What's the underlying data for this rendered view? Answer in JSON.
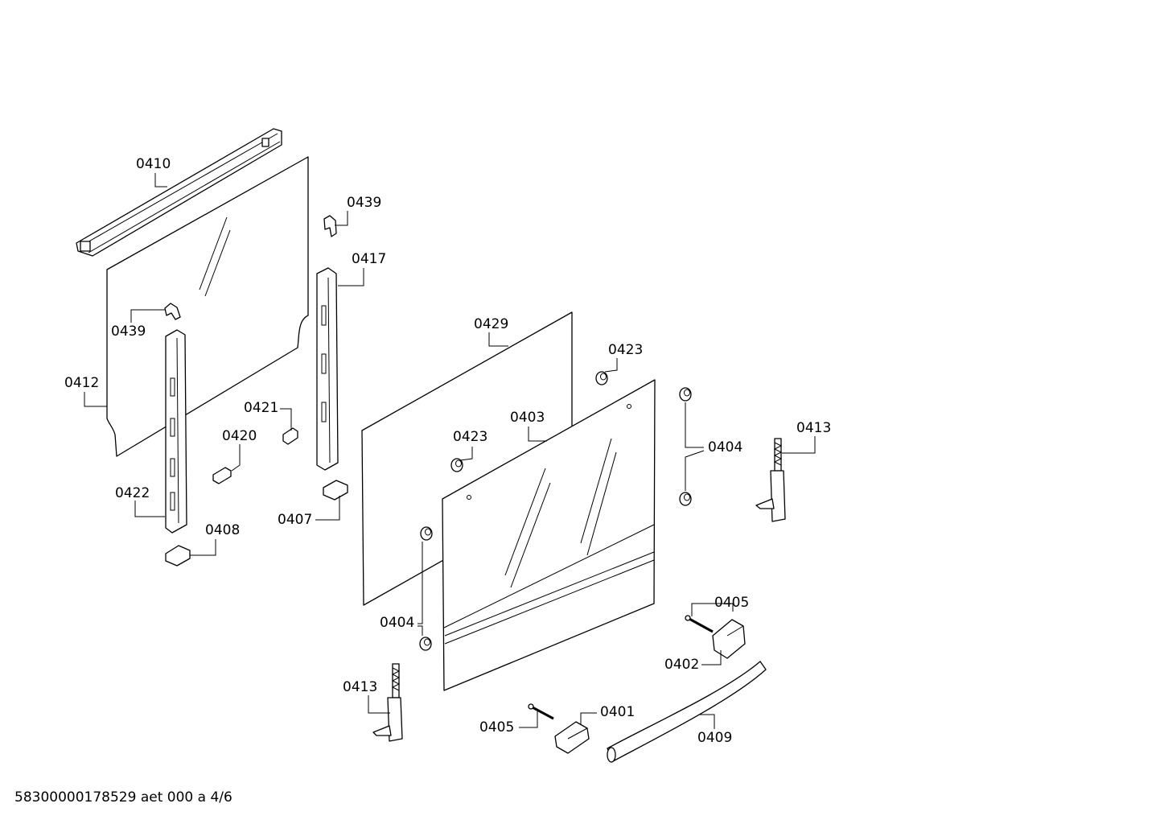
{
  "callouts": {
    "c0410": "0410",
    "c0439a": "0439",
    "c0417": "0417",
    "c0439b": "0439",
    "c0412": "0412",
    "c0421": "0421",
    "c0420": "0420",
    "c0422": "0422",
    "c0408": "0408",
    "c0407": "0407",
    "c0429": "0429",
    "c0423a": "0423",
    "c0423b": "0423",
    "c0403": "0403",
    "c0404a": "0404",
    "c0413a": "0413",
    "c0404b": "0404",
    "c0405a": "0405",
    "c0402": "0402",
    "c0413b": "0413",
    "c0401": "0401",
    "c0405b": "0405",
    "c0409": "0409"
  },
  "footer": {
    "drawing_id": "58300000178529 aet 000 a 4/6"
  }
}
